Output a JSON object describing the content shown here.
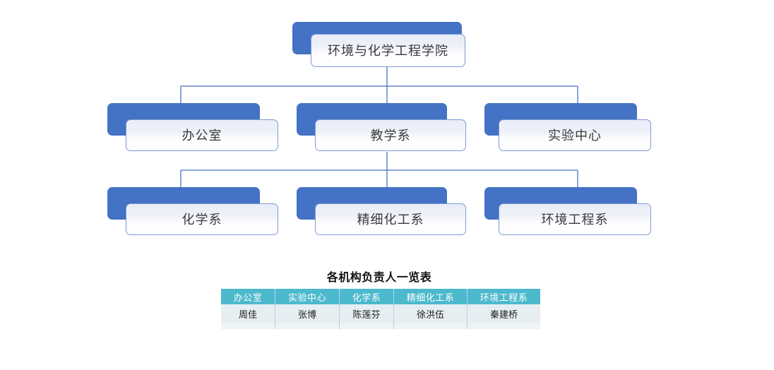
{
  "chart": {
    "root": {
      "label": "环境与化学工程学院"
    },
    "level2": [
      {
        "label": "办公室"
      },
      {
        "label": "教学系"
      },
      {
        "label": "实验中心"
      }
    ],
    "level3": [
      {
        "label": "化学系"
      },
      {
        "label": "精细化工系"
      },
      {
        "label": "环境工程系"
      }
    ],
    "colors": {
      "plate": "#4472c4",
      "card_border": "#7d9ad4",
      "connector": "#4472c4",
      "label_text": "#3a3a3a"
    }
  },
  "table": {
    "title": "各机构负责人一览表",
    "headers": [
      "办公室",
      "实验中心",
      "化学系",
      "精细化工系",
      "环境工程系"
    ],
    "rows": [
      [
        "周佳",
        "张博",
        "陈莲芬",
        "徐洪伍",
        "秦建桥"
      ]
    ],
    "colors": {
      "header_bg": "#4cb9cd",
      "header_text": "#ffffff",
      "row_bg": "#e7eef2",
      "row_text": "#1c1c1c"
    }
  }
}
